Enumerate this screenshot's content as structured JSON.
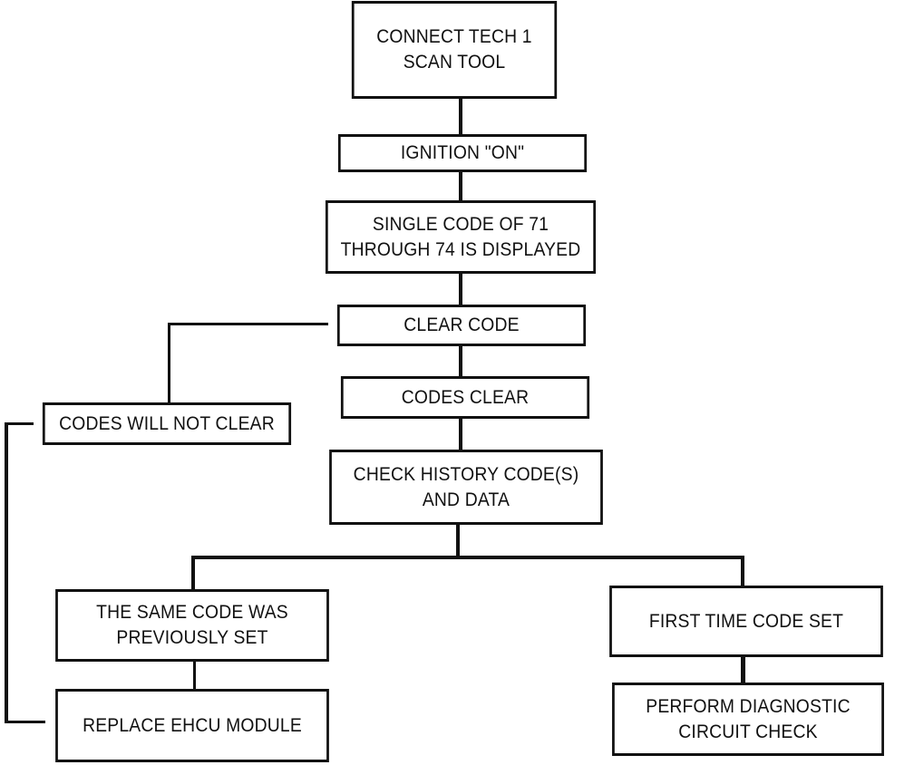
{
  "diagram": {
    "steps": {
      "connect": [
        "CONNECT TECH 1",
        "SCAN TOOL"
      ],
      "ignition": [
        "IGNITION \"ON\""
      ],
      "single_code": [
        "SINGLE CODE OF 71",
        "THROUGH 74 IS DISPLAYED"
      ],
      "clear_code": [
        "CLEAR CODE"
      ],
      "codes_clear": [
        "CODES CLEAR"
      ],
      "codes_will_not_clear": [
        "CODES WILL NOT CLEAR"
      ],
      "check_history": [
        "CHECK HISTORY CODE(S)",
        "AND DATA"
      ],
      "same_code": [
        "THE SAME CODE WAS",
        "PREVIOUSLY SET"
      ],
      "first_time": [
        "FIRST TIME CODE SET"
      ],
      "replace_ehcu": [
        "REPLACE EHCU MODULE"
      ],
      "perform_diagnostic": [
        "PERFORM DIAGNOSTIC",
        "CIRCUIT CHECK"
      ]
    }
  }
}
